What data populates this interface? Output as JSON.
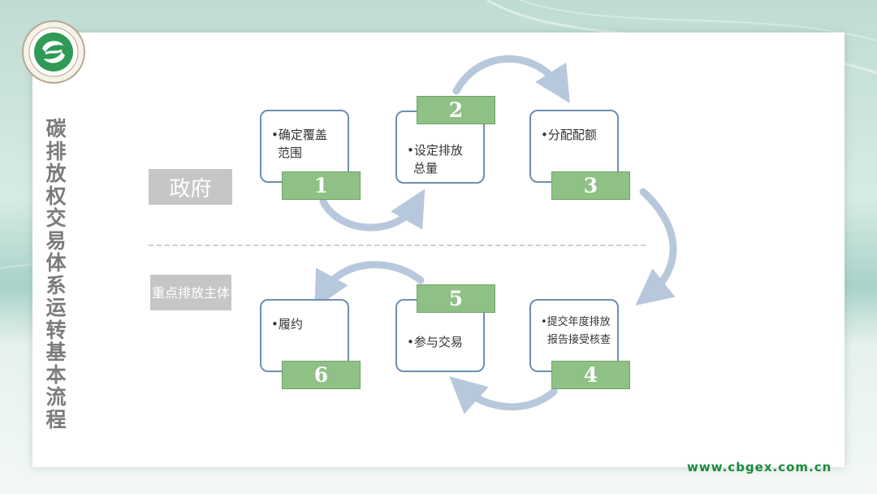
{
  "title": "碳排放权交易体系运转基本流程",
  "roles": {
    "government": "政府",
    "enterprise_line1": "重点排放",
    "enterprise_line2": "主体"
  },
  "steps": [
    {
      "num": "1",
      "line1": "•确定覆盖",
      "line2": "范围"
    },
    {
      "num": "2",
      "line1": "•设定排放",
      "line2": "总量"
    },
    {
      "num": "3",
      "line1": "•分配配额",
      "line2": ""
    },
    {
      "num": "4",
      "line1": "•提交年度排放",
      "line2": "报告接受核查"
    },
    {
      "num": "5",
      "line1": "•参与交易",
      "line2": ""
    },
    {
      "num": "6",
      "line1": "•履约",
      "line2": ""
    }
  ],
  "website": "www.cbgex.com.cn",
  "colors": {
    "box_border": "#6c8fb4",
    "tag_green": "#8fc085",
    "arrow": "#b8c8dc",
    "role_gray": "#c6c6c6",
    "site_green": "#1a8a3c"
  },
  "icons": {
    "logo": "exchange-logo-emblem"
  }
}
